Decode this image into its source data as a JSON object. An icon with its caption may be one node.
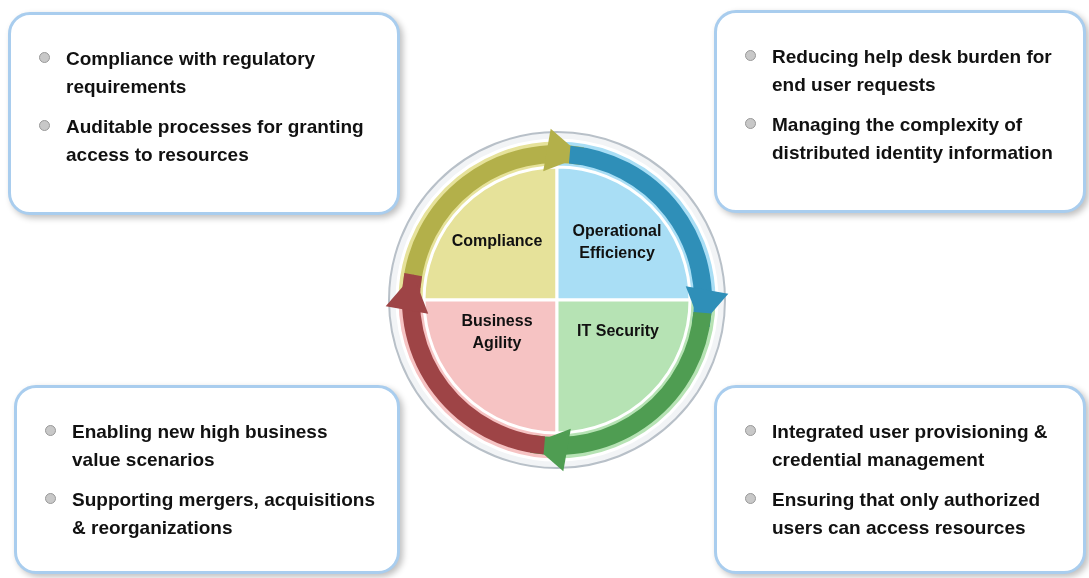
{
  "diagram": {
    "nodes": [
      {
        "text": [
          "Compliance with regulatory requirements",
          "Auditable processes for granting access to resources"
        ]
      },
      {
        "text": [
          "Reducing help desk burden for end user requests",
          "Managing the complexity of distributed identity information"
        ]
      },
      {
        "text": [
          "Compliance"
        ]
      },
      {
        "text": [
          "Operational Efficiency"
        ]
      },
      {
        "text": [
          "Business Agility"
        ]
      },
      {
        "text": [
          "IT Security"
        ]
      },
      {
        "text": [
          "Enabling new high business value scenarios",
          "Supporting mergers, acquisitions & reorganizations"
        ]
      },
      {
        "text": [
          "Integrated user provisioning & credential management",
          "Ensuring that only authorized users can access resources"
        ]
      }
    ],
    "edges": [
      {
        "from": 2,
        "to": 3,
        "arrow": "to",
        "color": "#b3b04a"
      },
      {
        "from": 3,
        "to": 5,
        "arrow": "to",
        "color": "#2f8fb8"
      },
      {
        "from": 5,
        "to": 4,
        "arrow": "to",
        "color": "#4f9d52"
      },
      {
        "from": 4,
        "to": 2,
        "arrow": "to",
        "color": "#9e4446"
      }
    ]
  }
}
